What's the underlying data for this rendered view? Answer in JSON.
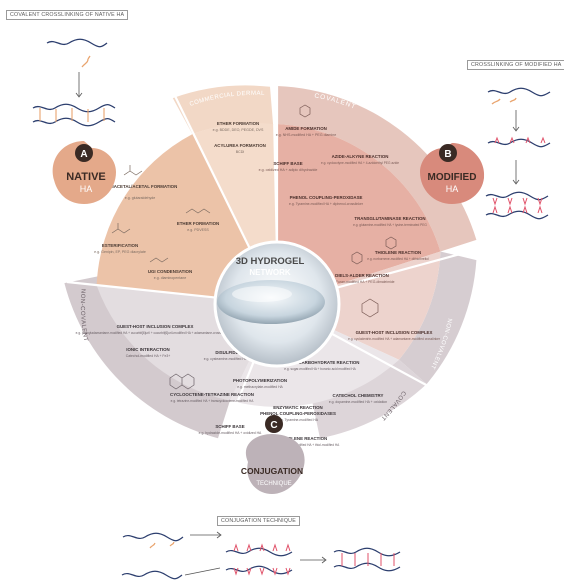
{
  "corner_labels": {
    "top_left": "COVALENT CROSSLINKING OF NATIVE HA",
    "top_right": "CROSSLINKING OF MODIFIED HA",
    "bottom": "CONJUGATION TECHNIQUE"
  },
  "center": {
    "title": "3D HYDROGEL",
    "subtitle": "NETWORK"
  },
  "ring_labels": {
    "commercial": "COMMERCIAL DERMAL FILLERS",
    "covalent_top": "COVALENT",
    "non_covalent_right": "NON-COVALENT",
    "covalent_bottom": "COVALENT",
    "non_covalent_left": "NON-COVALENT"
  },
  "sections": {
    "a": {
      "letter": "A",
      "title": "NATIVE",
      "subtitle": "HA"
    },
    "b": {
      "letter": "B",
      "title": "MODIFIED",
      "subtitle": "HA"
    },
    "c": {
      "letter": "C",
      "title": "CONJUGATION",
      "subtitle": "TECHNIQUE"
    }
  },
  "reactions": {
    "native": [
      {
        "name": "HEMIACETAL/ACETAL FORMATION",
        "detail": "e.g. glutaraldehyde"
      },
      {
        "name": "ETHER FORMATION",
        "detail": "e.g. PDVESS"
      },
      {
        "name": "ESTERIFICATION",
        "detail": "e.g. Genipin, EP, PEG diacrylate"
      },
      {
        "name": "UGI CONDENSATION",
        "detail": "e.g. diaminopentane"
      }
    ],
    "commercial": [
      {
        "name": "ETHER FORMATION",
        "detail": "e.g. BDDE, DEO, PEGDE, DVS"
      },
      {
        "name": "ACYLUREA FORMATION",
        "detail": "BCDI"
      }
    ],
    "modified_covalent": [
      {
        "name": "AMIDE FORMATION",
        "detail": "e.g. NHS-modified HA + PEG diamine"
      },
      {
        "name": "SCHIFF BASE",
        "detail": "e.g. oxidized HA + adipic dihydrazide"
      },
      {
        "name": "AZIDE-ALKYNE REACTION",
        "detail": "e.g. cyclooctyne-modified HA + 4-azidoethyl PEG azide"
      },
      {
        "name": "PHENOL COUPLING-PEROXIDASE",
        "detail": "e.g. Tyramine-modified HA + diphenol-crosslinker"
      },
      {
        "name": "TRANSGLUTAMINASE REACTION",
        "detail": "e.g. glutamine-modified HA + lysine-terminated PEG"
      },
      {
        "name": "THIOLENE REACTION",
        "detail": "e.g. norbornene-modified HA + dithiothreitol"
      },
      {
        "name": "DIELS-ALDER REACTION",
        "detail": "e.g. Furan-modified HA + PEG-dimaleimide"
      }
    ],
    "modified_noncovalent": [
      {
        "name": "GUEST-HOST INCLUSION COMPLEX",
        "detail": "e.g. cyclodextrin-modified HA + adamantane-modified crosslinker"
      }
    ],
    "conj_noncovalent": [
      {
        "name": "GUEST-HOST INCLUSION COMPLEX",
        "detail": "e.g. phenyladamantane-modified HA + cucurbit[6]uril + cucurbit[6]uril-modified HA + adamantane-crosslinked HA"
      },
      {
        "name": "IONIC INTERACTION",
        "detail": "Catechol-modified HA + Fe3+"
      }
    ],
    "conj_covalent": [
      {
        "name": "DISULFIDE BOND",
        "detail": "e.g. cysteamine-modified HA + oxidation"
      },
      {
        "name": "BORON-CARBOHYDRATE REACTION",
        "detail": "e.g. sugar-modified HA + boronic acid modified HA"
      },
      {
        "name": "PHOTOPOLYMERIZATION",
        "detail": "e.g. methacrylate-modified HA"
      },
      {
        "name": "CYCLOOCTENE-TETRAZINE REACTION",
        "detail": "e.g. tetrazine-modified HA + transcyclooctene-modified HA"
      },
      {
        "name": "CATECHOL CHEMISTRY",
        "detail": "e.g. dopamine-modified HA + oxidation"
      },
      {
        "name": "ENZYMATIC REACTION",
        "detail": ""
      },
      {
        "name": "PHENOL COUPLING-PEROXIDASES",
        "detail": "e.g. Tyramine-modified HA"
      },
      {
        "name": "SCHIFF BASE",
        "detail": "e.g. hydrazide-modified HA + oxidized HA"
      },
      {
        "name": "THIOLENE REACTION",
        "detail": "e.g. methacrylate-modified HA + thiol-modified HA"
      }
    ]
  },
  "colors": {
    "native": "#ecc3a8",
    "native_dark": "#e0a988",
    "commercial": "#f4dccb",
    "modified": "#e6b0a4",
    "modified_dark": "#d38c7e",
    "conjugation": "#e3dde0",
    "conjugation_dark": "#cbc2c8",
    "ring_covalent": "#e6c6bd",
    "ring_noncov_right": "#d6cdd1",
    "ring_noncov_left": "#d3cace",
    "ring_cov_bottom": "#ddd5d9",
    "ring_commercial": "#f2d8c6",
    "strand_blue": "#2c3e6e",
    "accent_red": "#e0526a",
    "accent_orange": "#e9a46e"
  }
}
